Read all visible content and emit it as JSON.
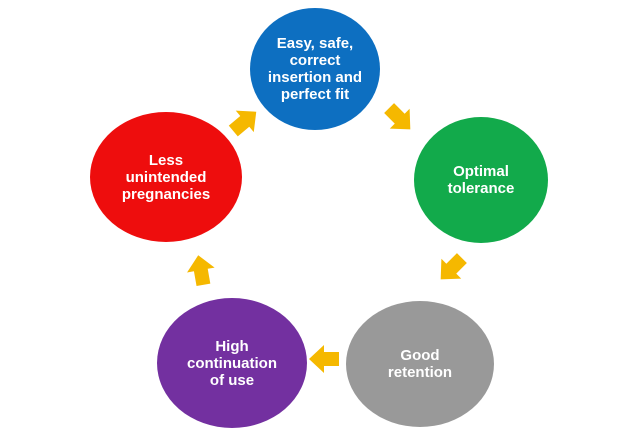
{
  "colors": {
    "arrow": "#f5b800",
    "text": "#ffffff"
  },
  "nodes": [
    {
      "id": "easy-safe-fit",
      "label": "Easy, safe,\ncorrect\ninsertion and\nperfect fit",
      "color": "#0d6fc1"
    },
    {
      "id": "optimal-tolerance",
      "label": "Optimal\ntolerance",
      "color": "#12aa4b"
    },
    {
      "id": "good-retention",
      "label": "Good\nretention",
      "color": "#999999"
    },
    {
      "id": "high-continuation",
      "label": "High\ncontinuation\nof use",
      "color": "#7330a0"
    },
    {
      "id": "less-unintended",
      "label": "Less\nunintended\npregnancies",
      "color": "#ee0d0d"
    }
  ]
}
